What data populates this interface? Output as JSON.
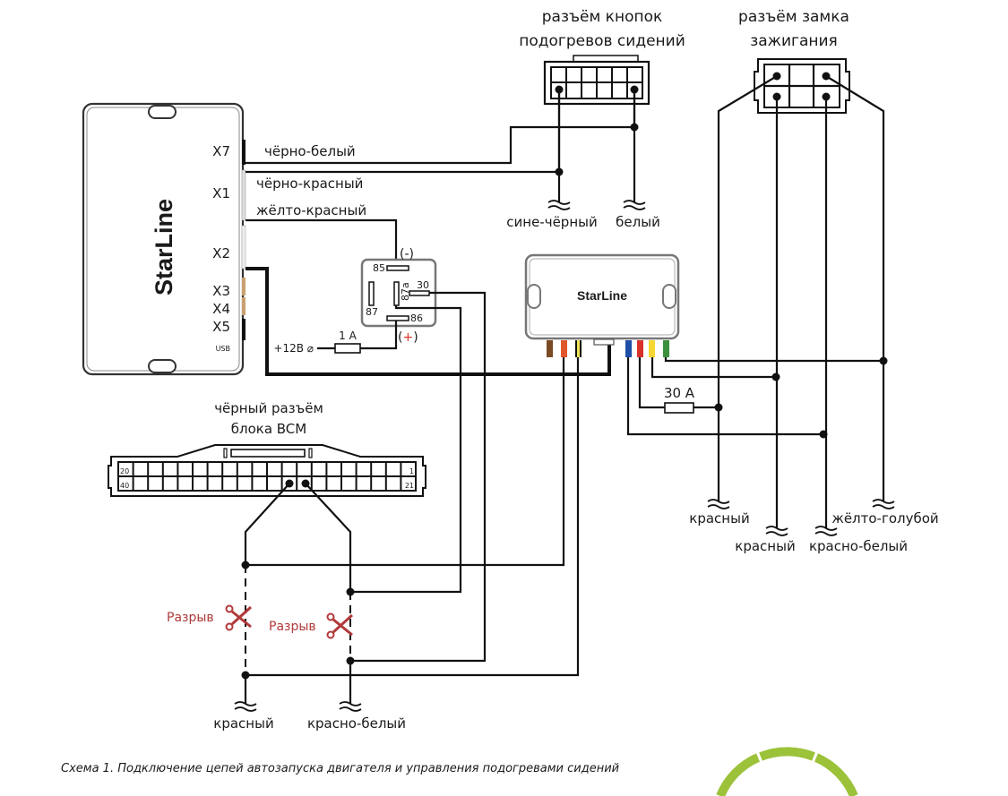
{
  "connectors": {
    "seat_heat_buttons": {
      "title_line1": "разъём кнопок",
      "title_line2": "подогревов сидений"
    },
    "ignition_lock": {
      "title_line1": "разъём замка",
      "title_line2": "зажигания"
    },
    "bcm": {
      "title_line1": "чёрный разъём",
      "title_line2": "блока BCM",
      "pin_top_left": "20",
      "pin_bottom_left": "40",
      "pin_top_right": "1",
      "pin_bottom_right": "21"
    }
  },
  "main_unit": {
    "brand": "StarLine",
    "ports": [
      "X7",
      "X1",
      "X2",
      "X3",
      "X4",
      "X5",
      "USB"
    ]
  },
  "module": {
    "brand": "StarLine"
  },
  "wires_main": {
    "x7": "чёрно-белый",
    "x1_a": "чёрно-красный",
    "x1_b": "жёлто-красный"
  },
  "seat_wires": {
    "left": "сине-чёрный",
    "right": "белый"
  },
  "relay": {
    "pin85": "85",
    "pin86": "86",
    "pin87": "87",
    "pin87a": "87a",
    "pin30": "30",
    "neg": "(-)",
    "pos_open": "(",
    "pos_sign": "+",
    "pos_close": ")",
    "supply": "+12В ⌀",
    "fuse": "1 А"
  },
  "module_fuse": "30 А",
  "module_wire_colors": {
    "brown": "#7a4a23",
    "orange": "#e0572b",
    "black_yellow": "#f1e35a",
    "blue": "#1f4fa6",
    "red": "#d8322b",
    "yellow": "#f6d631",
    "green": "#3c8f3c"
  },
  "ignition_wires": {
    "w1": "красный",
    "w2": "красный",
    "w3": "красно-белый",
    "w4": "жёлто-голубой"
  },
  "bcm_wires": {
    "left": "красный",
    "right": "красно-белый"
  },
  "cuts": {
    "left": "Разрыв",
    "right": "Разрыв"
  },
  "caption": "Схема 1. Подключение цепей автозапуска двигателя и управления подогревами сидений",
  "accent": {
    "logo_green": "#9cc23a",
    "cut_red": "#b03a3a"
  }
}
